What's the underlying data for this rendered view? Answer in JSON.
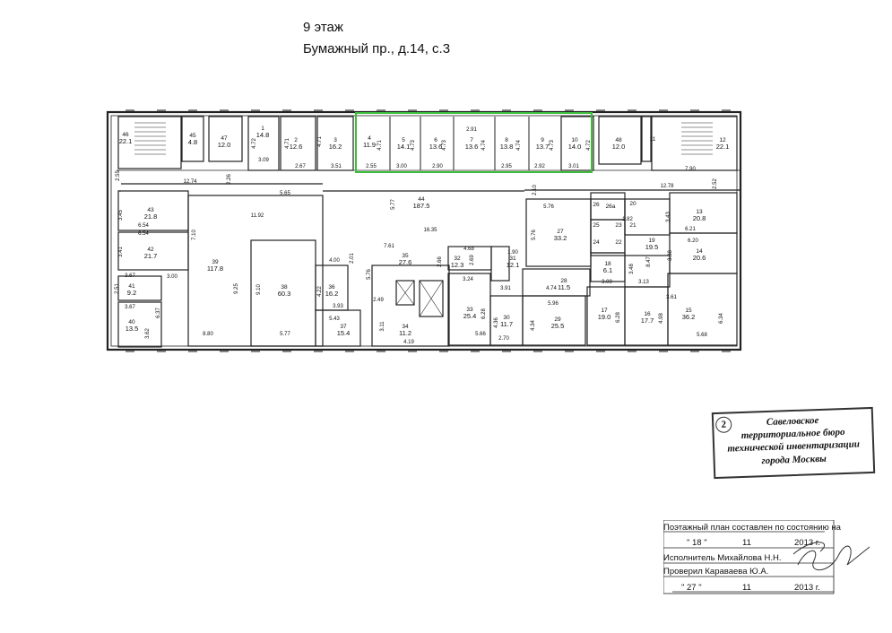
{
  "header": {
    "floor": "9 этаж",
    "address": "Бумажный пр., д.14, с.3"
  },
  "rooms": [
    {
      "n": "46",
      "a": "22.1"
    },
    {
      "n": "45",
      "a": "4.8"
    },
    {
      "n": "47",
      "a": "12.0"
    },
    {
      "n": "1",
      "a": "14.8"
    },
    {
      "n": "2",
      "a": "12.6"
    },
    {
      "n": "3",
      "a": "16.2"
    },
    {
      "n": "4",
      "a": "11.9"
    },
    {
      "n": "5",
      "a": "14.1"
    },
    {
      "n": "6",
      "a": "13.6"
    },
    {
      "n": "7",
      "a": "13.6"
    },
    {
      "n": "8",
      "a": "13.8"
    },
    {
      "n": "9",
      "a": "13.7"
    },
    {
      "n": "10",
      "a": "14.0"
    },
    {
      "n": "48",
      "a": "12.0"
    },
    {
      "n": "11",
      "a": ""
    },
    {
      "n": "12",
      "a": "22.1"
    },
    {
      "n": "43",
      "a": "21.8"
    },
    {
      "n": "42",
      "a": "21.7"
    },
    {
      "n": "41",
      "a": "9.2"
    },
    {
      "n": "40",
      "a": "13.5"
    },
    {
      "n": "39",
      "a": "117.8"
    },
    {
      "n": "44",
      "a": "187.5"
    },
    {
      "n": "38",
      "a": "60.3"
    },
    {
      "n": "36",
      "a": "16.2"
    },
    {
      "n": "37",
      "a": "15.4"
    },
    {
      "n": "35",
      "a": "27.6"
    },
    {
      "n": "34",
      "a": "11.2"
    },
    {
      "n": "32",
      "a": "12.3"
    },
    {
      "n": "31",
      "a": "12.1"
    },
    {
      "n": "33",
      "a": "25.4"
    },
    {
      "n": "30",
      "a": "11.7"
    },
    {
      "n": "29",
      "a": "25.5"
    },
    {
      "n": "28",
      "a": "11.5"
    },
    {
      "n": "27",
      "a": "33.2"
    },
    {
      "n": "26",
      "a": ""
    },
    {
      "n": "26a",
      "a": ""
    },
    {
      "n": "20",
      "a": ""
    },
    {
      "n": "25",
      "a": ""
    },
    {
      "n": "23",
      "a": ""
    },
    {
      "n": "21",
      "a": ""
    },
    {
      "n": "24",
      "a": ""
    },
    {
      "n": "22",
      "a": ""
    },
    {
      "n": "19",
      "a": "19.5"
    },
    {
      "n": "18",
      "a": "6.1"
    },
    {
      "n": "17",
      "a": "19.0"
    },
    {
      "n": "16",
      "a": "17.7"
    },
    {
      "n": "15",
      "a": "36.2"
    },
    {
      "n": "14",
      "a": "20.6"
    },
    {
      "n": "13",
      "a": "20.8"
    }
  ],
  "dimensions": [
    "4.72",
    "4.71",
    "4.71",
    "3.09",
    "2.67",
    "3.51",
    "4.71",
    "4.73",
    "4.73",
    "2.91",
    "4.74",
    "4.74",
    "4.73",
    "4.72",
    "2.55",
    "3.00",
    "2.90",
    "2.95",
    "2.92",
    "3.01",
    "2.55",
    "12.74",
    "2.26",
    "5.65",
    "5.77",
    "2.10",
    "12.78",
    "2.52",
    "7.90",
    "3.45",
    "6.54",
    "6.54",
    "3.41",
    "7.10",
    "11.92",
    "16.35",
    "5.76",
    "5.76",
    "1.82",
    "3.43",
    "6.21",
    "6.20",
    "3.38",
    "7.61",
    "4.68",
    "2.69",
    "1.90",
    "4.00",
    "2.01",
    "2.66",
    "3.67",
    "2.51",
    "3.00",
    "9.25",
    "9.10",
    "4.22",
    "5.76",
    "3.24",
    "3.91",
    "4.74",
    "3.09",
    "3.48",
    "8.47",
    "3.13",
    "3.61",
    "6.37",
    "3.93",
    "2.49",
    "5.96",
    "3.67",
    "3.62",
    "5.43",
    "3.11",
    "6.28",
    "4.36",
    "4.34",
    "6.28",
    "4.98",
    "6.34",
    "8.80",
    "5.77",
    "4.19",
    "5.66",
    "2.70",
    "5.68"
  ],
  "stamp": {
    "number": "2",
    "line1": "Савеловское",
    "line2": "территориальное бюро",
    "line3": "технической инвентаризации",
    "line4": "города Москвы"
  },
  "certification": {
    "line1": "Поэтажный план составлен по состоянию на",
    "line2_a": "\" 18 \"",
    "line2_b": "11",
    "line2_c": "2013 г.",
    "executor": "Исполнитель  Михайлова Н.Н.",
    "checked": "Проверил  Караваева Ю.А.",
    "date_day": "\" 27 \"",
    "date_month": "11",
    "date_year": "2013 г."
  }
}
